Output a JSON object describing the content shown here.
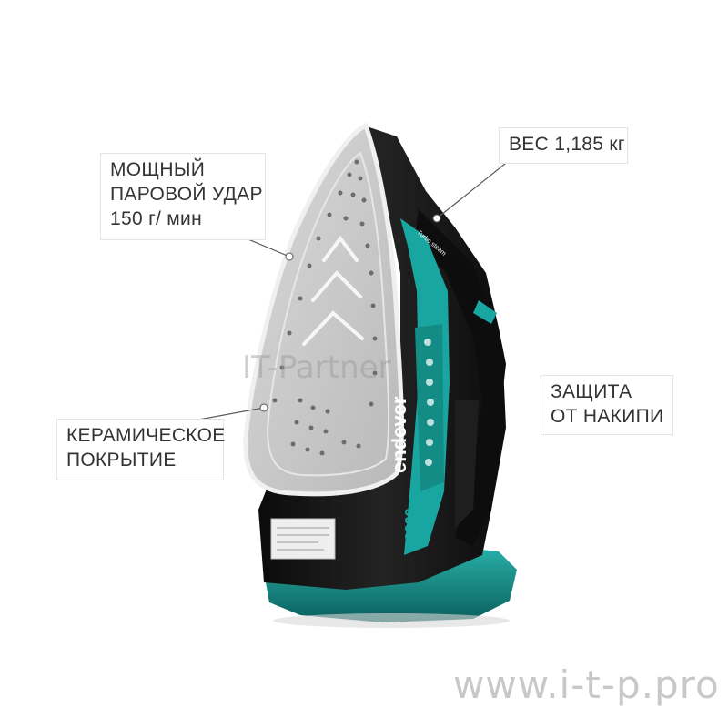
{
  "callouts": {
    "steam": {
      "line1": "МОЩНЫЙ",
      "line2": "ПАРОВОЙ УДАР",
      "line3": "150 г/ мин"
    },
    "weight": {
      "text": "ВЕС 1,185 кг"
    },
    "calc": {
      "line1": "ЗАЩИТА",
      "line2": "ОТ НАКИПИ"
    },
    "coating": {
      "line1": "КЕРАМИЧЕСКОЕ",
      "line2": "ПОКРЫТИЕ"
    }
  },
  "product": {
    "brand": "endever",
    "model_text": "2600",
    "label_text": "Turbo steam"
  },
  "watermarks": {
    "center": "IT-Partner",
    "bottom": "www.i-t-p.pro"
  },
  "colors": {
    "soleplate": "#c9c9c9",
    "soleplate_edge": "#ececec",
    "body": "#151515",
    "accent": "#1aa6a0",
    "accent_dark": "#0e6f6c",
    "text": "#333333"
  }
}
